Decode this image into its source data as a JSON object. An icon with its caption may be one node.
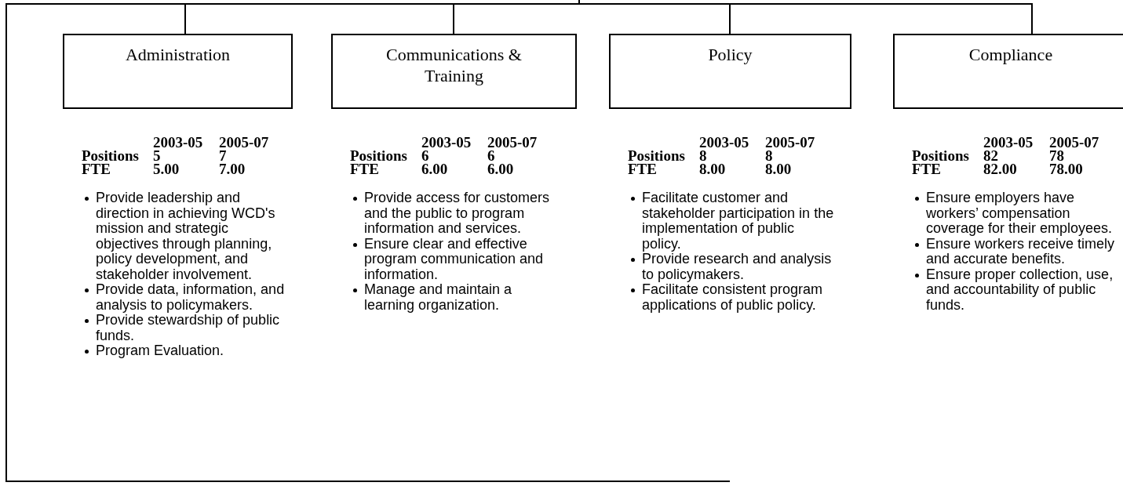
{
  "diagram": {
    "nodes": [
      {
        "text": [
          "Administration"
        ],
        "beside": [
          "2003-05",
          "2005-07",
          "Positions",
          "5",
          "7",
          "FTE",
          "5.00",
          "7.00",
          "Provide leadership and direction in achieving WCD's mission and strategic objectives through planning, policy development, and stakeholder involvement.",
          "Provide data, information, and analysis to policymakers.",
          "Provide stewardship of public funds.",
          "Program Evaluation."
        ]
      },
      {
        "text": [
          "Communications & Training"
        ],
        "beside": [
          "2003-05",
          "2005-07",
          "Positions",
          "6",
          "6",
          "FTE",
          "6.00",
          "6.00",
          "Provide access for customers and the public to program information and services.",
          "Ensure clear and effective program communication and information.",
          "Manage and maintain a learning organization."
        ]
      },
      {
        "text": [
          "Policy"
        ],
        "beside": [
          "2003-05",
          "2005-07",
          "Positions",
          "8",
          "8",
          "FTE",
          "8.00",
          "8.00",
          "Facilitate customer and stakeholder participation in the implementation of public policy.",
          "Provide research and analysis to policymakers.",
          "Facilitate consistent program applications of public policy."
        ]
      },
      {
        "text": [
          "Compliance"
        ],
        "beside": [
          "2003-05",
          "2005-07",
          "Positions",
          "82",
          "78",
          "FTE",
          "82.00",
          "78.00",
          "Ensure employers have workers’ compensation coverage for their employees.",
          "Ensure workers receive timely and accurate benefits.",
          "Ensure proper collection, use, and accountability of public funds."
        ]
      }
    ],
    "edges": [
      {
        "from": null,
        "to": 0,
        "arrow": "none"
      },
      {
        "from": null,
        "to": 1,
        "arrow": "none"
      },
      {
        "from": null,
        "to": 2,
        "arrow": "none"
      },
      {
        "from": null,
        "to": 3,
        "arrow": "none"
      }
    ]
  }
}
